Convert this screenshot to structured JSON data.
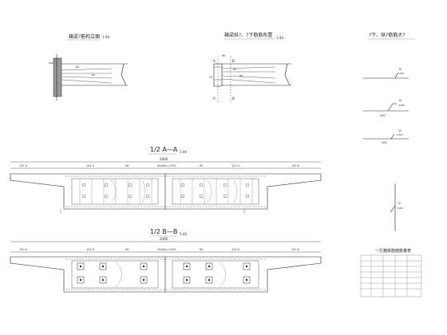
{
  "views": {
    "elevation": {
      "title": "箱梁?筋构立面",
      "scale": "1:40"
    },
    "layout": {
      "title": "箱梁纵?、?下筋筋布置",
      "scale": "1:40",
      "section_marks": [
        "A",
        "A",
        "B",
        "B"
      ],
      "dim_top": "90",
      "dim_side": "20"
    },
    "detail": {
      "title": "?下、纵?筋筋大?",
      "items": [
        {
          "label": "N",
          "sub": "C250"
        },
        {
          "label": "N",
          "sub": "C258",
          "dim": "250"
        },
        {
          "label": "N",
          "sub": "C253",
          "dim": "250"
        },
        {
          "label": "N",
          "sub": "C253"
        }
      ]
    }
  },
  "section_aa": {
    "title": "1/2 A—A",
    "scale": "1:40",
    "overall_dim": "2400",
    "dims": [
      "157.0",
      "122.5",
      "90",
      "20x90=1700",
      "90",
      "122.5",
      "157.0"
    ]
  },
  "section_bb": {
    "title": "1/2 B—B",
    "scale": "1:40",
    "overall_dim": "2400",
    "dims": [
      "157.0",
      "122.5",
      "90",
      "20x90=1700",
      "90",
      "122.5",
      "157.0"
    ]
  },
  "table": {
    "title": "一孔箱梁筋筋数量表",
    "rows": 7
  }
}
